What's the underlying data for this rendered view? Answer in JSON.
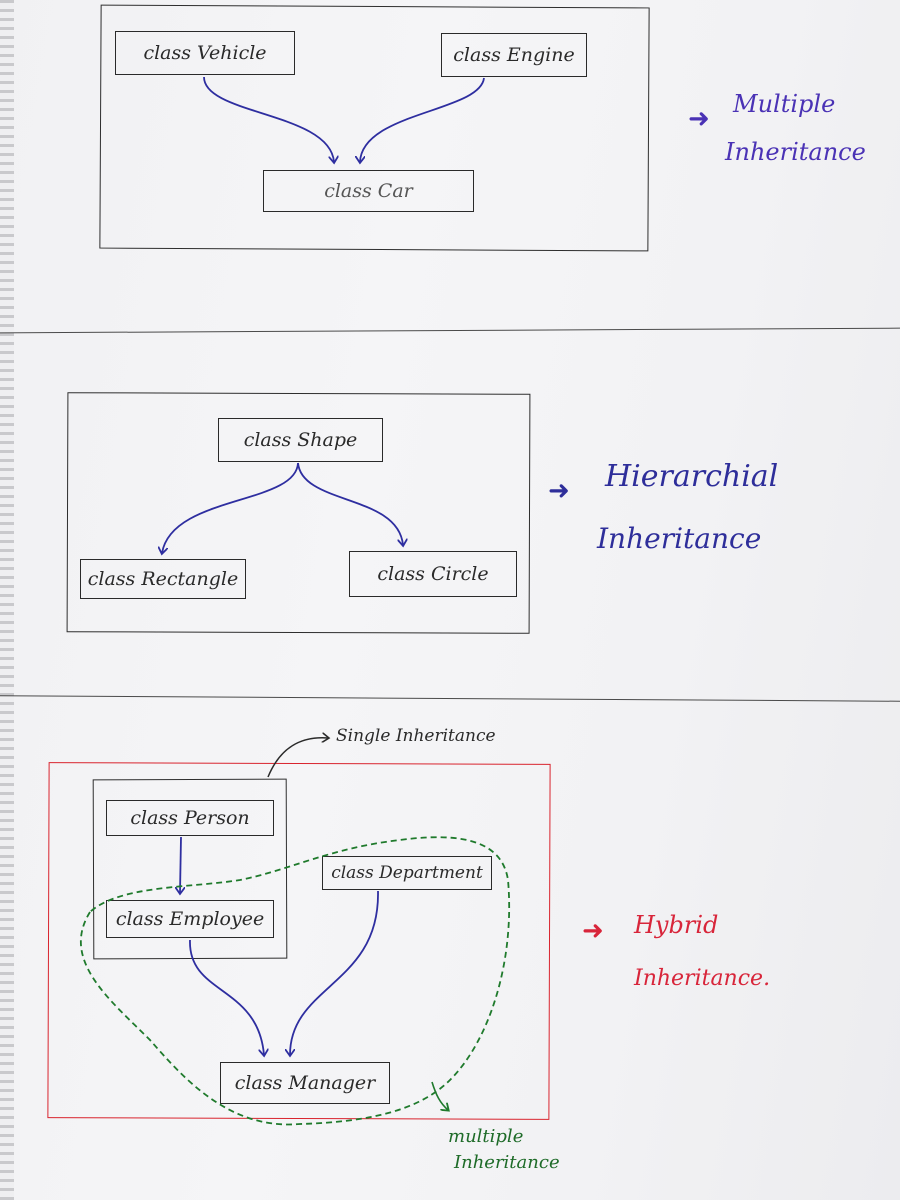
{
  "colors": {
    "ink": "#2a2a2a",
    "arrow_blue": "#2e2ea0",
    "label_purple": "#4a32b5",
    "label_red": "#d8253a",
    "frame_red": "#d9242e",
    "dash_green": "#1f7a2c",
    "label_green": "#1e6b28"
  },
  "diagrams": [
    {
      "classes": {
        "vehicle": "class Vehicle",
        "engine": "class Engine",
        "car": "class Car"
      },
      "label_line1": "Multiple",
      "label_line2": "Inheritance",
      "pointer_icon": "arrow-right-icon"
    },
    {
      "classes": {
        "shape": "class Shape",
        "rectangle": "class Rectangle",
        "circle": "class Circle"
      },
      "label_line1": "Hierarchial",
      "label_line2": "Inheritance",
      "pointer_icon": "arrow-right-icon"
    },
    {
      "classes": {
        "person": "class Person",
        "employee": "class Employee",
        "department": "class Department",
        "manager": "class Manager"
      },
      "label_line1": "Hybrid",
      "label_line2": "Inheritance.",
      "pointer_icon": "arrow-right-icon",
      "annotation_single": "Single Inheritance",
      "annotation_multiple_line1": "multiple",
      "annotation_multiple_line2": "Inheritance"
    }
  ]
}
